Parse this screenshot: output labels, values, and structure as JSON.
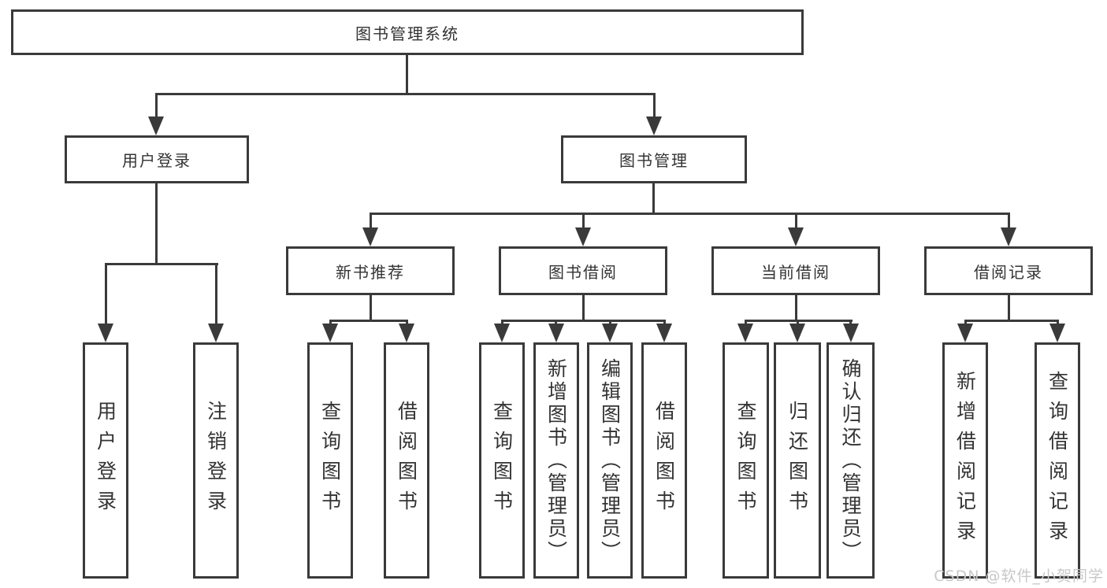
{
  "tree": {
    "root": "图书管理系统",
    "level2": [
      "用户登录",
      "图书管理"
    ],
    "level3": [
      "新书推荐",
      "图书借阅",
      "当前借阅",
      "借阅记录"
    ],
    "leaves": {
      "login": [
        "用户登录",
        "注销登录"
      ],
      "newbook": [
        "查询图书",
        "借阅图书"
      ],
      "borrow": [
        "查询图书",
        "新增图书（管理员）",
        "编辑图书（管理员）",
        "借阅图书"
      ],
      "current": [
        "查询图书",
        "归还图书",
        "确认归还（管理员）"
      ],
      "records": [
        "新增借阅记录",
        "查询借阅记录"
      ]
    }
  },
  "watermark": "CSDN @软件_小贺同学",
  "colors": {
    "line": "#3a3a3a",
    "text": "#333333",
    "watermark": "#c8c8c8",
    "background": "#ffffff"
  }
}
